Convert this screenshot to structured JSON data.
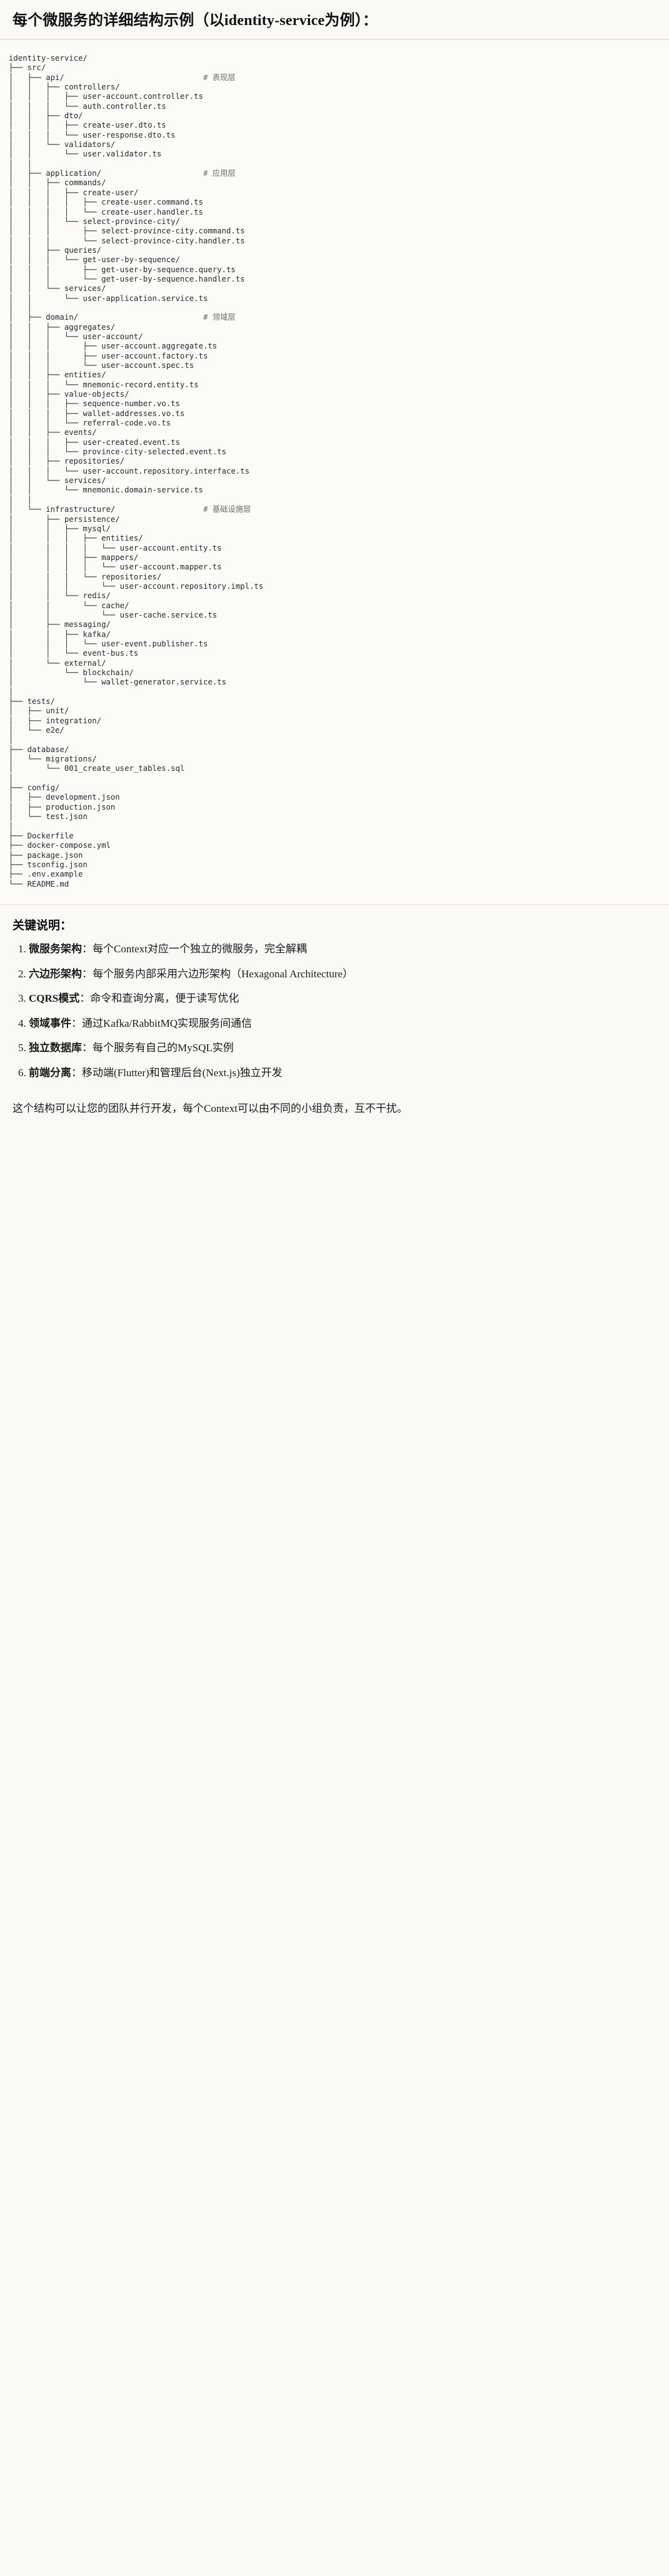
{
  "document": {
    "title": "每个微服务的详细结构示例（以identity-service为例）：",
    "code_block": {
      "language": "text",
      "root": "identity-service/",
      "comments": {
        "api": "# 表现层",
        "application": "# 应用层",
        "domain": "# 领域层",
        "infrastructure": "# 基础设施层"
      },
      "text": "identity-service/\n├── src/\n│   ├── api/                              # 表现层\n│   │   ├── controllers/\n│   │   │   ├── user-account.controller.ts\n│   │   │   └── auth.controller.ts\n│   │   ├── dto/\n│   │   │   ├── create-user.dto.ts\n│   │   │   └── user-response.dto.ts\n│   │   └── validators/\n│   │       └── user.validator.ts\n│   │\n│   ├── application/                      # 应用层\n│   │   ├── commands/\n│   │   │   ├── create-user/\n│   │   │   │   ├── create-user.command.ts\n│   │   │   │   └── create-user.handler.ts\n│   │   │   └── select-province-city/\n│   │   │       ├── select-province-city.command.ts\n│   │   │       └── select-province-city.handler.ts\n│   │   ├── queries/\n│   │   │   └── get-user-by-sequence/\n│   │   │       ├── get-user-by-sequence.query.ts\n│   │   │       └── get-user-by-sequence.handler.ts\n│   │   └── services/\n│   │       └── user-application.service.ts\n│   │\n│   ├── domain/                           # 领域层\n│   │   ├── aggregates/\n│   │   │   └── user-account/\n│   │   │       ├── user-account.aggregate.ts\n│   │   │       ├── user-account.factory.ts\n│   │   │       └── user-account.spec.ts\n│   │   ├── entities/\n│   │   │   └── mnemonic-record.entity.ts\n│   │   ├── value-objects/\n│   │   │   ├── sequence-number.vo.ts\n│   │   │   ├── wallet-addresses.vo.ts\n│   │   │   └── referral-code.vo.ts\n│   │   ├── events/\n│   │   │   ├── user-created.event.ts\n│   │   │   └── province-city-selected.event.ts\n│   │   ├── repositories/\n│   │   │   └── user-account.repository.interface.ts\n│   │   └── services/\n│   │       └── mnemonic.domain-service.ts\n│   │\n│   └── infrastructure/                   # 基础设施层\n│       ├── persistence/\n│       │   ├── mysql/\n│       │   │   ├── entities/\n│       │   │   │   └── user-account.entity.ts\n│       │   │   ├── mappers/\n│       │   │   │   └── user-account.mapper.ts\n│       │   │   └── repositories/\n│       │   │       └── user-account.repository.impl.ts\n│       │   └── redis/\n│       │       └── cache/\n│       │           └── user-cache.service.ts\n│       ├── messaging/\n│       │   ├── kafka/\n│       │   │   └── user-event.publisher.ts\n│       │   └── event-bus.ts\n│       └── external/\n│           └── blockchain/\n│               └── wallet-generator.service.ts\n│\n├── tests/\n│   ├── unit/\n│   ├── integration/\n│   └── e2e/\n│\n├── database/\n│   └── migrations/\n│       └── 001_create_user_tables.sql\n│\n├── config/\n│   ├── development.json\n│   ├── production.json\n│   └── test.json\n│\n├── Dockerfile\n├── docker-compose.yml\n├── package.json\n├── tsconfig.json\n├── .env.example\n└── README.md"
    },
    "key_points": {
      "heading": "关键说明：",
      "items": [
        {
          "term": "微服务架构",
          "separator": "：",
          "desc": "每个Context对应一个独立的微服务，完全解耦"
        },
        {
          "term": "六边形架构",
          "separator": "：",
          "desc": "每个服务内部采用六边形架构（Hexagonal Architecture）"
        },
        {
          "term": "CQRS模式",
          "separator": "：",
          "desc": "命令和查询分离，便于读写优化"
        },
        {
          "term": "领域事件",
          "separator": "：",
          "desc": "通过Kafka/RabbitMQ实现服务间通信"
        },
        {
          "term": "独立数据库",
          "separator": "：",
          "desc": "每个服务有自己的MySQL实例"
        },
        {
          "term": "前端分离",
          "separator": "：",
          "desc": "移动端(Flutter)和管理后台(Next.js)独立开发"
        }
      ]
    },
    "closing": "这个结构可以让您的团队并行开发，每个Context可以由不同的小组负责，互不干扰。"
  },
  "colors": {
    "page_background": "#faf9f6",
    "code_background": "#fcfbf8",
    "code_text": "#24292e",
    "comment_text": "#6a6a6a",
    "rule": "#e6e3dc",
    "body_text": "#1a1a1a"
  }
}
